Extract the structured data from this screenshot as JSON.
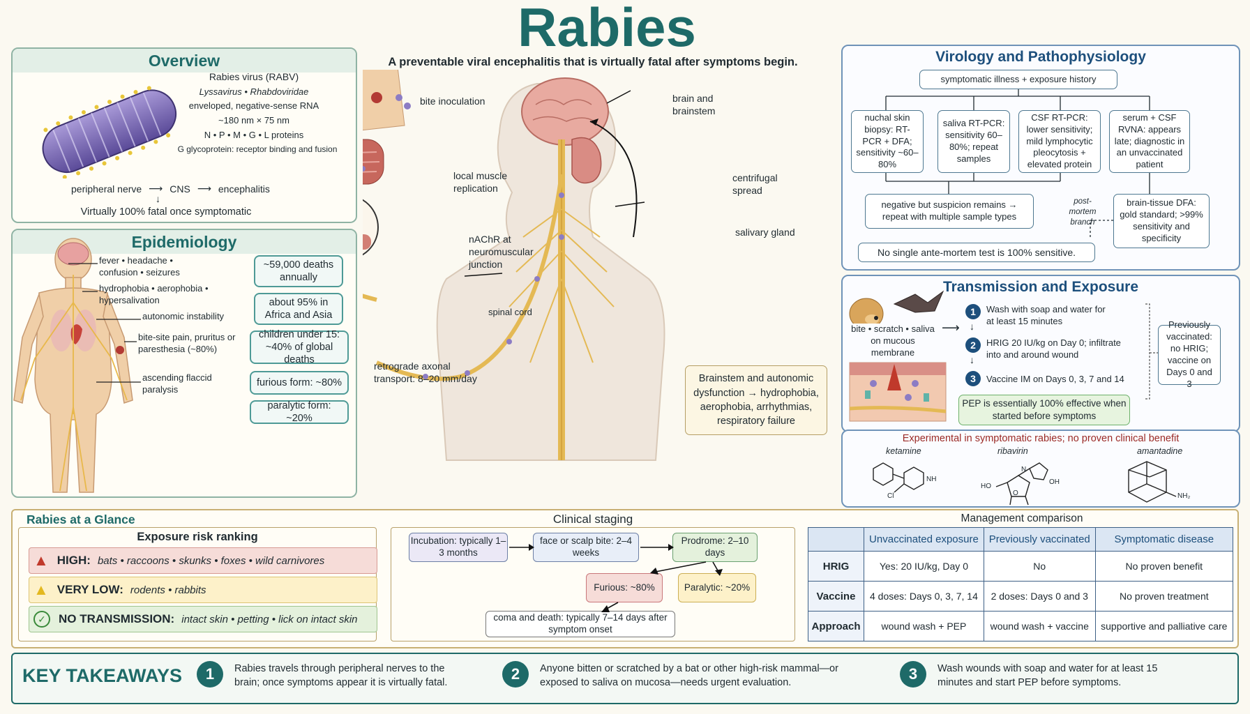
{
  "header": {
    "title": "Rabies",
    "subtitle": "A preventable viral encephalitis that is virtually fatal after symptoms begin."
  },
  "overview": {
    "title": "Overview",
    "lines": [
      "Rabies virus (RABV)",
      "Lyssavirus • Rhabdoviridae",
      "enveloped, negative-sense RNA",
      "~180 nm × 75 nm",
      "N • P • M • G • L proteins",
      "G glycoprotein: receptor binding and fusion"
    ],
    "flow": [
      "peripheral nerve",
      "CNS",
      "encephalitis"
    ],
    "fatal": "Virtually 100% fatal once symptomatic"
  },
  "epidemiology": {
    "title": "Epidemiology",
    "labels": [
      "fever • headache • confusion • seizures",
      "hydrophobia • aerophobia • hypersalivation",
      "autonomic instability",
      "bite-site pain, pruritus or paresthesia (~80%)",
      "ascending flaccid paralysis"
    ],
    "stats": [
      "~59,000 deaths annually",
      "about 95% in Africa and Asia",
      "children under 15: ~40% of global deaths",
      "furious form: ~80%",
      "paralytic form: ~20%"
    ]
  },
  "pathway": {
    "labels": [
      "bite inoculation",
      "local muscle replication",
      "nAChR at neuromuscular junction",
      "retrograde axonal transport: 8–20 mm/day",
      "spinal cord",
      "brain and brainstem",
      "centrifugal spread",
      "salivary gland"
    ],
    "brainstem_box": "Brainstem and autonomic dysfunction → hydrophobia, aerophobia, arrhythmias, respiratory failure"
  },
  "virology": {
    "title": "Virology and Pathophysiology",
    "top": "symptomatic illness + exposure history",
    "tests": [
      "nuchal skin biopsy: RT-PCR + DFA; sensitivity ~60–80%",
      "saliva RT-PCR: sensitivity 60–80%; repeat samples",
      "CSF RT-PCR: lower sensitivity; mild lymphocytic pleocytosis + elevated protein",
      "serum + CSF RVNA: appears late; diagnostic in an unvaccinated patient"
    ],
    "negative": "negative but suspicion remains → repeat with multiple sample types",
    "postmortem": "post-mortem branch",
    "brain": "brain-tissue DFA: gold standard; >99% sensitivity and specificity",
    "note": "No single ante-mortem test is 100% sensitive."
  },
  "transmission": {
    "title": "Transmission and Exposure",
    "exposure": "bite • scratch • saliva on mucous membrane",
    "steps": [
      {
        "n": "1",
        "text": "Wash with soap and water for at least 15 minutes"
      },
      {
        "n": "2",
        "text": "HRIG 20 IU/kg on Day 0; infiltrate into and around wound"
      },
      {
        "n": "3",
        "text": "Vaccine IM on Days 0, 3, 7 and 14"
      }
    ],
    "pep": "PEP is essentially 100% effective when started before symptoms",
    "prev": "Previously vaccinated: no HRIG; vaccine on Days 0 and 3"
  },
  "experimental": {
    "title": "Experimental in symptomatic rabies; no proven clinical benefit",
    "drugs": [
      "ketamine",
      "ribavirin",
      "amantadine"
    ],
    "atoms": {
      "nh": "NH",
      "cl": "Cl",
      "n": "N",
      "oh": "OH",
      "ho": "HO",
      "o": "O",
      "nh2": "NH₂"
    }
  },
  "glance": {
    "title": "Rabies at a Glance",
    "risk_title": "Exposure risk ranking",
    "risks": [
      {
        "tag": "HIGH:",
        "items": "bats • raccoons • skunks • foxes • wild carnivores"
      },
      {
        "tag": "VERY LOW:",
        "items": "rodents • rabbits"
      },
      {
        "tag": "NO TRANSMISSION:",
        "items": "intact skin • petting • lick on intact skin"
      }
    ]
  },
  "staging": {
    "title": "Clinical staging",
    "boxes": [
      "Incubation: typically 1–3 months",
      "face or scalp bite: 2–4 weeks",
      "Prodrome: 2–10 days",
      "Furious: ~80%",
      "Paralytic: ~20%",
      "coma and death: typically 7–14 days after symptom onset"
    ]
  },
  "management": {
    "title": "Management comparison",
    "headers": [
      "Unvaccinated exposure",
      "Previously vaccinated",
      "Symptomatic disease"
    ],
    "rows": [
      {
        "label": "HRIG",
        "cells": [
          "Yes: 20 IU/kg, Day 0",
          "No",
          "No proven benefit"
        ]
      },
      {
        "label": "Vaccine",
        "cells": [
          "4 doses: Days 0, 3, 7, 14",
          "2 doses: Days 0 and 3",
          "No proven treatment"
        ]
      },
      {
        "label": "Approach",
        "cells": [
          "wound wash + PEP",
          "wound wash + vaccine",
          "supportive and palliative care"
        ]
      }
    ]
  },
  "takeaways": {
    "title": "KEY TAKEAWAYS",
    "items": [
      {
        "n": "1",
        "text": "Rabies travels through peripheral nerves to the brain; once symptoms appear it is virtually fatal."
      },
      {
        "n": "2",
        "text": "Anyone bitten or scratched by a bat or other high-risk mammal—or exposed to saliva on mucosa—needs urgent evaluation."
      },
      {
        "n": "3",
        "text": "Wash wounds with soap and water for at least 15 minutes and start PEP before symptoms."
      }
    ]
  },
  "colors": {
    "teal": "#1e6a68",
    "navy": "#1d4f7c",
    "nerve": "#e9c56a",
    "high": "#f6dcd8",
    "low": "#fdf1c9",
    "none": "#e4f1dc"
  }
}
